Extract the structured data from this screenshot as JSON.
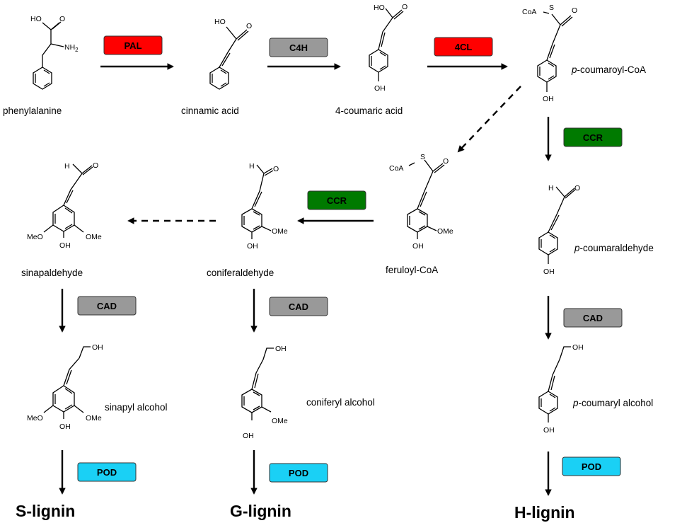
{
  "colors": {
    "red": "#ff0000",
    "gray": "#999999",
    "green": "#007a00",
    "cyan": "#1ad0f5",
    "border": "#333333"
  },
  "compounds": {
    "phenylalanine": "phenylalanine",
    "cinnamic_acid": "cinnamic acid",
    "coumaric_acid": "4-coumaric acid",
    "coumaroyl_coa": {
      "prefix": "p",
      "rest": "-coumaroyl-CoA"
    },
    "feruloyl_coa": "feruloyl-CoA",
    "coniferaldehyde": "coniferaldehyde",
    "sinapaldehyde": "sinapaldehyde",
    "coumaraldehyde": {
      "prefix": "p",
      "rest": "-coumaraldehyde"
    },
    "sinapyl_alcohol": "sinapyl alcohol",
    "coniferyl_alcohol": "coniferyl alcohol",
    "coumaryl_alcohol": {
      "prefix": "p",
      "rest": "-coumaryl alcohol"
    }
  },
  "enzymes": {
    "pal": {
      "label": "PAL",
      "color": "red"
    },
    "c4h": {
      "label": "C4H",
      "color": "gray"
    },
    "cl4": {
      "label": "4CL",
      "color": "red"
    },
    "ccr_right": {
      "label": "CCR",
      "color": "green"
    },
    "ccr_mid": {
      "label": "CCR",
      "color": "green"
    },
    "cad_s": {
      "label": "CAD",
      "color": "gray"
    },
    "cad_g": {
      "label": "CAD",
      "color": "gray"
    },
    "cad_h": {
      "label": "CAD",
      "color": "gray"
    },
    "pod_s": {
      "label": "POD",
      "color": "cyan"
    },
    "pod_g": {
      "label": "POD",
      "color": "cyan"
    },
    "pod_h": {
      "label": "POD",
      "color": "cyan"
    }
  },
  "products": {
    "s_lignin": "S-lignin",
    "g_lignin": "G-lignin",
    "h_lignin": "H-lignin"
  },
  "atoms": {
    "ho": "HO",
    "oh": "OH",
    "o": "O",
    "nh": "NH",
    "nh_sub": "2",
    "h": "H",
    "s": "S",
    "coa": "CoA",
    "ome": "OMe",
    "meo": "MeO"
  }
}
